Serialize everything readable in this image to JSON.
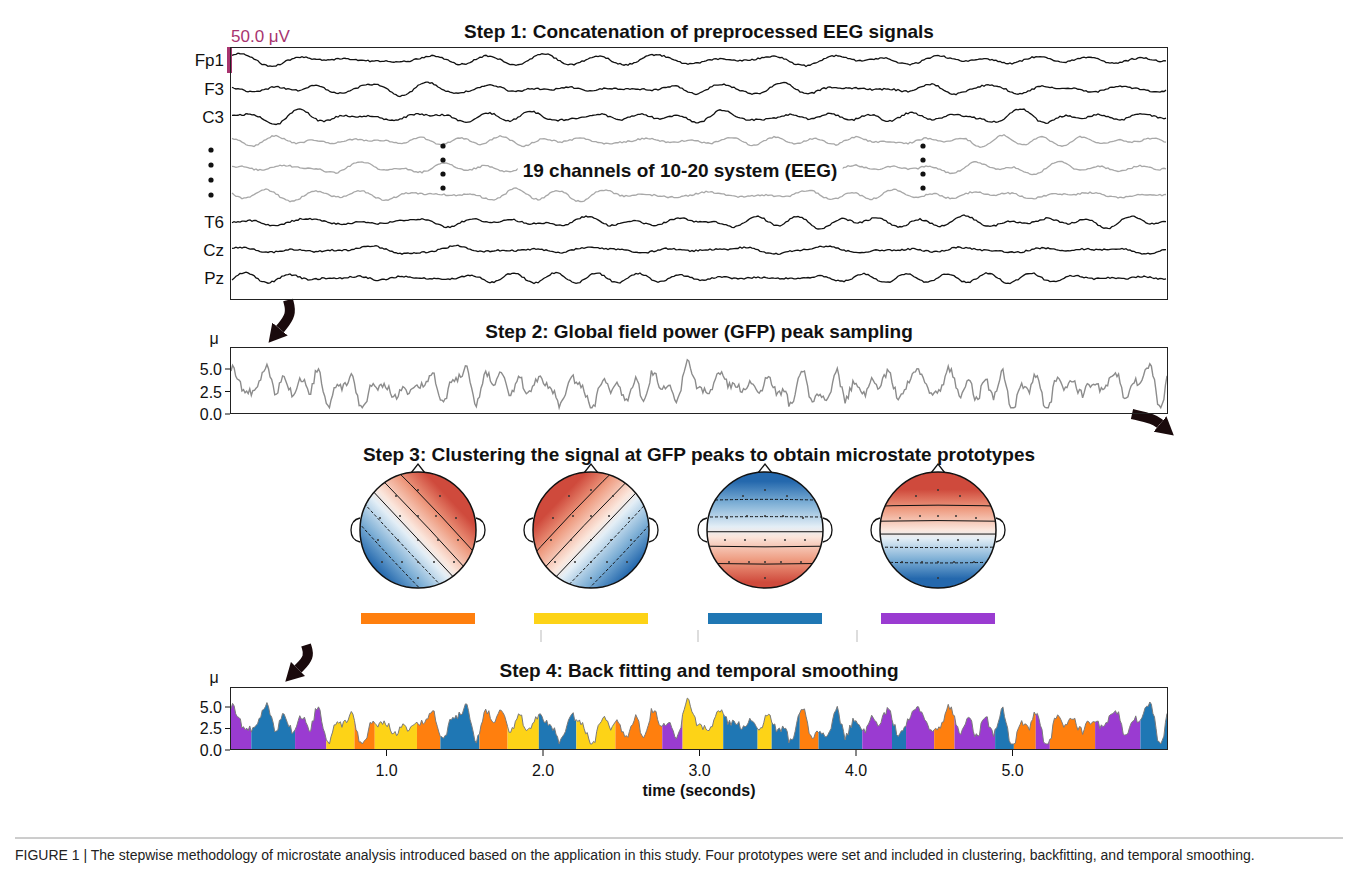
{
  "diagram": {
    "caption": "FIGURE 1 | The stepwise methodology of microstate analysis introduced based on the application in this study. Four prototypes were set and included in clustering, backfitting, and temporal smoothing.",
    "nodes": [
      {
        "text": [
          "Step 1: Concatenation of preprocessed EEG signals"
        ]
      },
      {
        "text": [
          "Step 2: Global field power (GFP) peak sampling"
        ]
      },
      {
        "text": [
          "Step 3: Clustering the signal at GFP peaks to obtain microstate prototypes"
        ]
      },
      {
        "text": [
          "Step 4: Back fitting and temporal smoothing"
        ]
      }
    ],
    "edges": [
      {
        "from": 0,
        "to": 1,
        "arrow": "to"
      },
      {
        "from": 1,
        "to": 2,
        "arrow": "to"
      },
      {
        "from": 2,
        "to": 3,
        "arrow": "to"
      }
    ],
    "labels": [
      "50.0 μV",
      "Fp1",
      "F3",
      "C3",
      "T6",
      "Cz",
      "Pz",
      "19 channels of 10-20 system (EEG)",
      "μ",
      "5.0",
      "2.5",
      "0.0",
      "μ",
      "5.0",
      "2.5",
      "0.0",
      "1.0",
      "2.0",
      "3.0",
      "4.0",
      "5.0",
      "time (seconds)"
    ]
  }
}
